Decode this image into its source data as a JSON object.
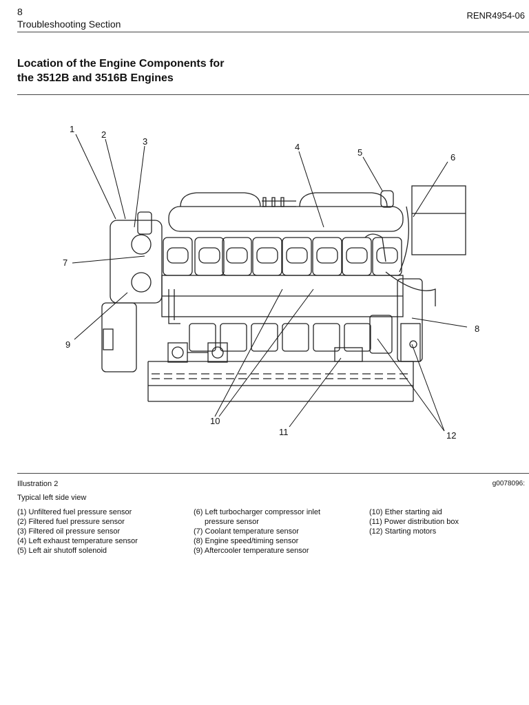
{
  "header": {
    "page_number": "8",
    "section": "Troubleshooting Section",
    "doc_id": "RENR4954-06"
  },
  "title": {
    "line1": "Location of the Engine Components for",
    "line2": "the 3512B and 3516B Engines"
  },
  "illustration": {
    "label": "Illustration 2",
    "id": "g0078096:",
    "caption": "Typical left side view",
    "callouts": [
      "1",
      "2",
      "3",
      "4",
      "5",
      "6",
      "7",
      "8",
      "9",
      "10",
      "11",
      "12"
    ]
  },
  "legend": {
    "col1": [
      "(1) Unfiltered fuel pressure sensor",
      "(2) Filtered fuel pressure sensor",
      "(3) Filtered oil pressure sensor",
      "(4) Left exhaust temperature sensor",
      "(5) Left air shutoff solenoid"
    ],
    "col2": [
      "(6) Left turbocharger compressor inlet",
      "pressure sensor",
      "(7) Coolant temperature sensor",
      "(8) Engine speed/timing sensor",
      "(9) Aftercooler temperature sensor"
    ],
    "col3": [
      "(10) Ether starting aid",
      "(11) Power distribution box",
      "(12) Starting motors"
    ]
  }
}
